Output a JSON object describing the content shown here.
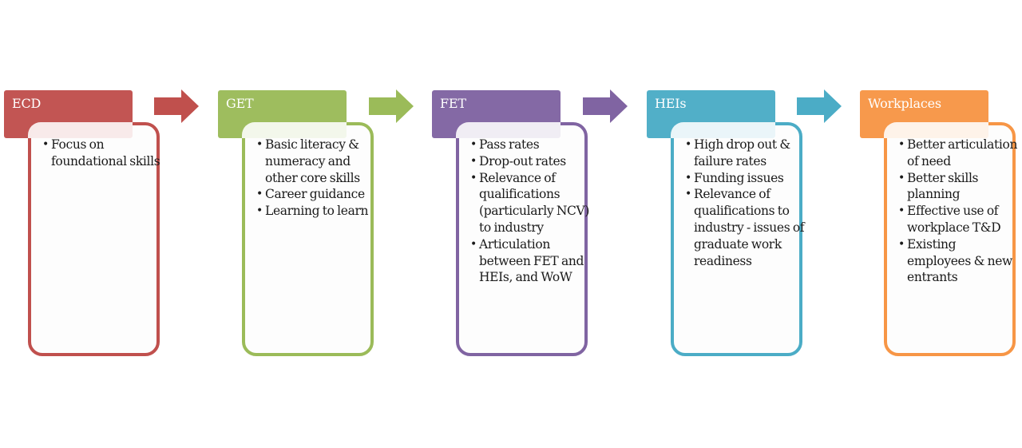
{
  "diagram": {
    "stages": [
      {
        "label": "ECD",
        "color": "#c0504d",
        "items": [
          "Focus on foundational skills"
        ]
      },
      {
        "label": "GET",
        "color": "#9bbb59",
        "items": [
          "Basic literacy & numeracy and other core skills",
          "Career guidance",
          "Learning to learn"
        ]
      },
      {
        "label": "FET",
        "color": "#8064a2",
        "items": [
          "Pass rates",
          "Drop-out rates",
          "Relevance of qualifications (particularly NCV) to industry",
          "Articulation between FET and HEIs, and WoW"
        ]
      },
      {
        "label": "HEIs",
        "color": "#4bacc6",
        "items": [
          "High drop out & failure rates",
          "Funding issues",
          "Relevance of qualifications to industry - issues of graduate work readiness"
        ]
      },
      {
        "label": "Workplaces",
        "color": "#f79646",
        "items": [
          "Better articulation of need",
          "Better skills planning",
          "Effective use of workplace T&D",
          "Existing employees & new entrants"
        ]
      }
    ],
    "connectors": [
      {
        "from": "ECD",
        "to": "GET",
        "icon": "arrow-right-icon",
        "color": "#c0504d"
      },
      {
        "from": "GET",
        "to": "FET",
        "icon": "arrow-right-icon",
        "color": "#9bbb59"
      },
      {
        "from": "FET",
        "to": "HEIs",
        "icon": "arrow-right-icon",
        "color": "#8064a2"
      },
      {
        "from": "HEIs",
        "to": "Workplaces",
        "icon": "arrow-right-icon",
        "color": "#4bacc6"
      }
    ]
  }
}
